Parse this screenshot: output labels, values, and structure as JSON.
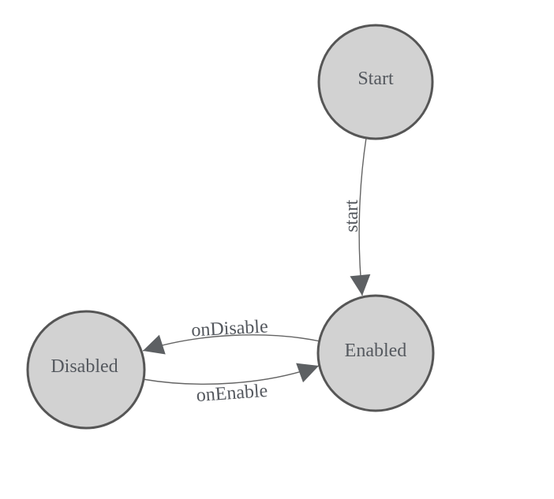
{
  "diagram": {
    "type": "state-machine",
    "nodes": [
      {
        "id": "Start",
        "label": "Start"
      },
      {
        "id": "Enabled",
        "label": "Enabled"
      },
      {
        "id": "Disabled",
        "label": "Disabled"
      }
    ],
    "edges": [
      {
        "from": "Start",
        "to": "Enabled",
        "label": "start"
      },
      {
        "from": "Enabled",
        "to": "Disabled",
        "label": "onDisable"
      },
      {
        "from": "Disabled",
        "to": "Enabled",
        "label": "onEnable"
      }
    ],
    "colors": {
      "background": "#ffffff",
      "node_fill": "#d2d2d2",
      "node_stroke": "#565656",
      "edge_stroke": "#646464",
      "arrowhead_fill": "#5d6063",
      "node_text": "#54585e",
      "edge_text": "#54585e"
    }
  }
}
